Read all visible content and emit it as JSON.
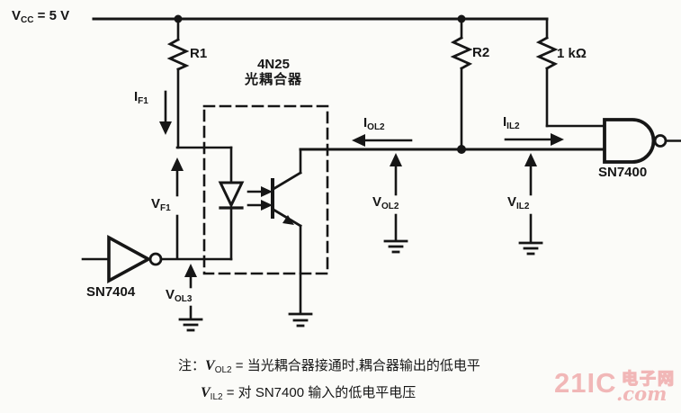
{
  "title": "4N25 optocoupler interface circuit between SN7404 and SN7400",
  "colors": {
    "ink": "#161616",
    "background": "#fbfbf8",
    "watermark_pink": "#f1b7b7"
  },
  "labels": {
    "vcc": {
      "v": "V",
      "sub": "CC",
      "eq": " = 5 V"
    },
    "r1": "R1",
    "r2": "R2",
    "r1k": "1 kΩ",
    "opto": {
      "part": "4N25",
      "name": "光耦合器"
    },
    "if1": {
      "v": "I",
      "sub": "F1"
    },
    "vf1": {
      "v": "V",
      "sub": "F1"
    },
    "vol3": {
      "v": "V",
      "sub": "OL3"
    },
    "iol2": {
      "v": "I",
      "sub": "OL2"
    },
    "iil2": {
      "v": "I",
      "sub": "IL2"
    },
    "vol2": {
      "v": "V",
      "sub": "OL2"
    },
    "vil2": {
      "v": "V",
      "sub": "IL2"
    },
    "sn7404": "SN7404",
    "sn7400": "SN7400"
  },
  "notes": {
    "line1": {
      "prefix": "注：",
      "v": "V",
      "sub": "OL2",
      "text": " = 当光耦合器接通时,耦合器输出的低电平"
    },
    "line2": {
      "v": "V",
      "sub": "IL2",
      "text": " = 对 SN7400 输入的低电平电压"
    }
  },
  "watermark": {
    "brand": "21IC",
    "cn": "电子网",
    "com": ".com"
  }
}
